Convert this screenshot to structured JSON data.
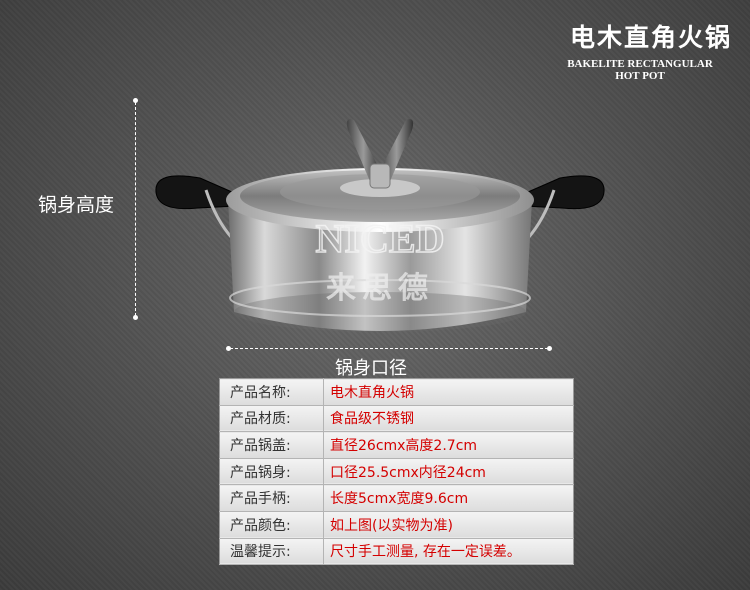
{
  "header": {
    "title_cn": "电木直角火锅",
    "title_en_line1": "BAKELITE RECTANGULAR",
    "title_en_line2": "HOT POT"
  },
  "dimensions": {
    "height_label": "锅身高度",
    "width_label": "锅身口径"
  },
  "watermark": {
    "brand_en": "NICED",
    "brand_cn": "来思德"
  },
  "specs": [
    {
      "key": "产品名称:",
      "value": "电木直角火锅"
    },
    {
      "key": "产品材质:",
      "value": "食品级不锈钢"
    },
    {
      "key": "产品锅盖:",
      "value": "直径26cmx高度2.7cm"
    },
    {
      "key": "产品锅身:",
      "value": "口径25.5cmx内径24cm"
    },
    {
      "key": "产品手柄:",
      "value": "长度5cmx宽度9.6cm"
    },
    {
      "key": "产品颜色:",
      "value": "如上图(以实物为准)"
    },
    {
      "key": "温馨提示:",
      "value": "尺寸手工测量, 存在一定误差。"
    }
  ],
  "colors": {
    "value_text": "#d40000",
    "key_text": "#333333",
    "background": "#555555"
  }
}
